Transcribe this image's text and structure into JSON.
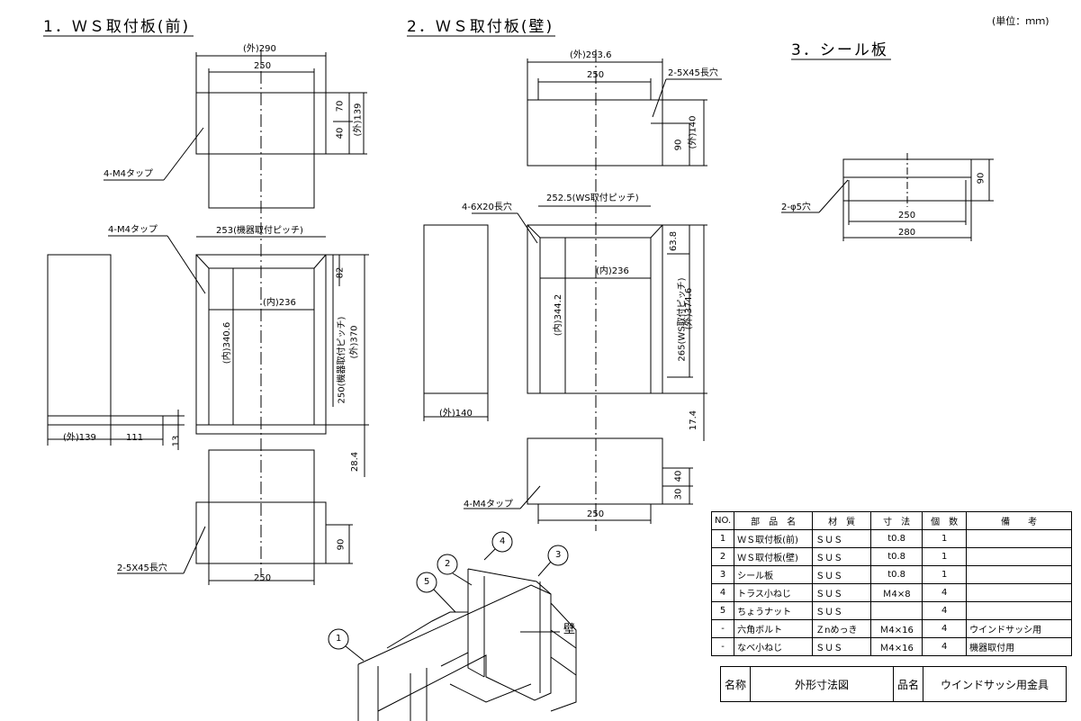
{
  "unit_label": "(単位：ｍｍ)",
  "sections": [
    {
      "title": "1．ＷＳ取付板(前)"
    },
    {
      "title": "2．ＷＳ取付板(壁)"
    },
    {
      "title": "3．シール板"
    }
  ],
  "view1": {
    "top_outer": "(外)290",
    "top_250": "250",
    "side_70": "70",
    "side_40": "40",
    "side_outer139": "(外)139",
    "tap_label": "4-M4タップ",
    "tap_label2": "4-M4タップ",
    "pitch_253": "253(機器取付ピッチ)",
    "inner_236": "(内)236",
    "inner_340": "(内)340.6",
    "pitch_250": "250(機器取付ピッチ)",
    "outer_370": "(外)370",
    "dim_82": "82",
    "dim_28": "28.4",
    "side_outer_139b": "(外)139",
    "side_111": "111",
    "side_13": "13",
    "bottom_90": "90",
    "slot_label": "2-5X45長穴",
    "bottom_250": "250"
  },
  "view2": {
    "top_outer": "(外)293.6",
    "top_250": "250",
    "slot_label": "2-5X45長穴",
    "dim_90": "90",
    "outer_140": "(外)140",
    "slot2": "4-6X20長穴",
    "pitch_252": "252.5(WS取付ピッチ)",
    "dim_63": "63.8",
    "inner_236": "(内)236",
    "inner_344": "(内)344.2",
    "pitch_265": "265(WS取付ピッチ)",
    "outer_374": "(外)374.6",
    "dim_17": "17.4",
    "side_140": "(外)140",
    "dim_40": "40",
    "dim_30": "30",
    "tap_label": "4-M4タップ",
    "bottom_250": "250"
  },
  "view3": {
    "hole_label": "2-φ5穴",
    "dim_90": "90",
    "dim_250": "250",
    "dim_280": "280"
  },
  "iso": {
    "callouts": [
      "1",
      "2",
      "3",
      "4",
      "5"
    ],
    "wall_label": "壁"
  },
  "parts_table": {
    "headers": [
      "NO.",
      "部　品　名",
      "材　質",
      "寸　法",
      "個　数",
      "備　　考"
    ],
    "rows": [
      [
        "1",
        "ＷＳ取付板(前)",
        "ＳＵＳ",
        "t0.8",
        "1",
        ""
      ],
      [
        "2",
        "ＷＳ取付板(壁)",
        "ＳＵＳ",
        "t0.8",
        "1",
        ""
      ],
      [
        "3",
        "シール板",
        "ＳＵＳ",
        "t0.8",
        "1",
        ""
      ],
      [
        "4",
        "トラス小ねじ",
        "ＳＵＳ",
        "Ｍ4×8",
        "4",
        ""
      ],
      [
        "5",
        "ちょうナット",
        "ＳＵＳ",
        "",
        "4",
        ""
      ],
      [
        "-",
        "六角ボルト",
        "Ｚnめっき",
        "Ｍ4×16",
        "4",
        "ウインドサッシ用"
      ],
      [
        "-",
        "なべ小ねじ",
        "ＳＵＳ",
        "Ｍ4×16",
        "4",
        "機器取付用"
      ]
    ]
  },
  "title_block": {
    "name_label": "名称",
    "name_value": "外形寸法図",
    "product_label": "品名",
    "product_value": "ウインドサッシ用金具"
  }
}
